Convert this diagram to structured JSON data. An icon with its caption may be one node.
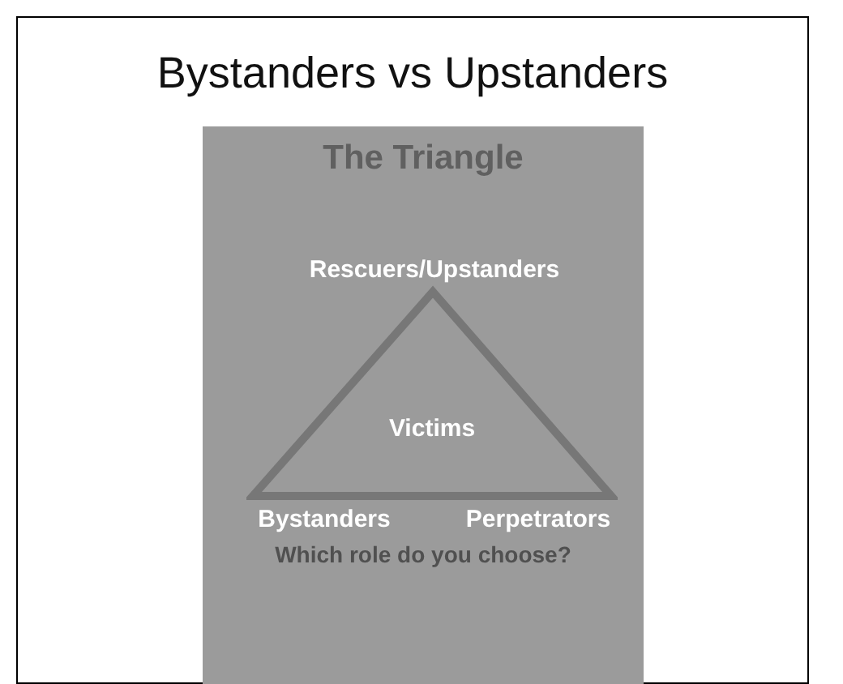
{
  "diagram": {
    "title": "Bystanders vs Upstanders",
    "nodes": [
      {
        "text": [
          "The Triangle",
          "Which role do you choose?"
        ]
      },
      {
        "text": [
          "Victims"
        ],
        "in": 0
      }
    ],
    "labels": [
      "Rescuers/Upstanders",
      "Bystanders",
      "Perpetrators"
    ]
  }
}
